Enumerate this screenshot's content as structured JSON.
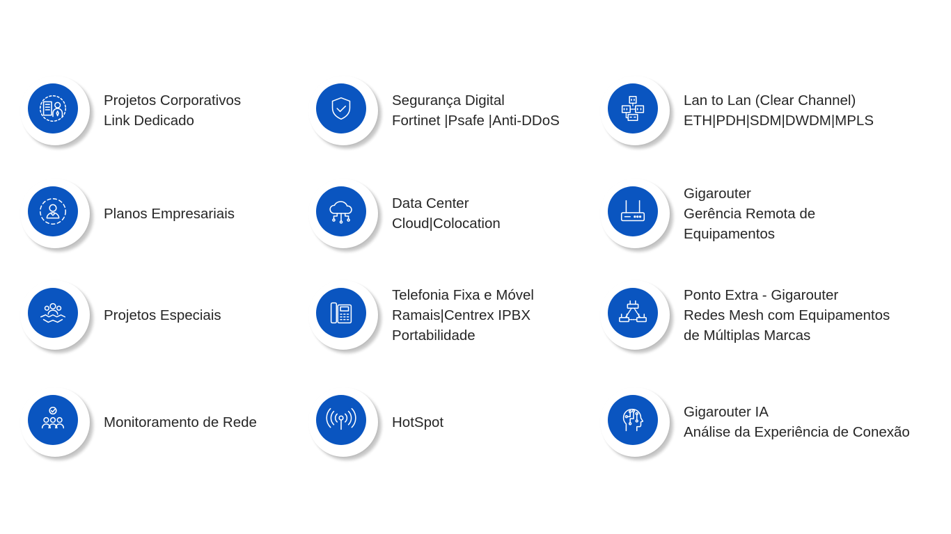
{
  "colors": {
    "accent": "#0a55c0",
    "text": "#262626",
    "background": "#ffffff"
  },
  "services": [
    {
      "icon": "corporate-building-person-icon",
      "lines": [
        "Projetos Corporativos",
        "Link Dedicado"
      ]
    },
    {
      "icon": "shield-check-icon",
      "lines": [
        "Segurança Digital",
        "Fortinet |Psafe |Anti-DDoS"
      ]
    },
    {
      "icon": "lan-buildings-network-icon",
      "lines": [
        "Lan to Lan (Clear Channel)",
        "ETH|PDH|SDM|DWDM|MPLS"
      ]
    },
    {
      "icon": "person-circle-users-icon",
      "lines": [
        "Planos Empresariais"
      ]
    },
    {
      "icon": "cloud-network-icon",
      "lines": [
        "Data Center",
        "Cloud|Colocation"
      ]
    },
    {
      "icon": "router-icon",
      "lines": [
        "Gigarouter",
        "Gerência Remota de",
        "Equipamentos"
      ]
    },
    {
      "icon": "handshake-team-icon",
      "lines": [
        "Projetos Especiais"
      ]
    },
    {
      "icon": "office-telephone-icon",
      "lines": [
        "Telefonia Fixa e Móvel",
        "Ramais|Centrex IPBX",
        "Portabilidade"
      ]
    },
    {
      "icon": "mesh-routers-icon",
      "lines": [
        "Ponto Extra - Gigarouter",
        "Redes Mesh com Equipamentos",
        "de Múltiplas Marcas"
      ]
    },
    {
      "icon": "team-check-icon",
      "lines": [
        "Monitoramento de Rede"
      ]
    },
    {
      "icon": "wifi-antenna-icon",
      "lines": [
        "HotSpot"
      ]
    },
    {
      "icon": "ai-head-circuit-icon",
      "lines": [
        "Gigarouter IA",
        "Análise da Experiência de Conexão"
      ]
    }
  ]
}
